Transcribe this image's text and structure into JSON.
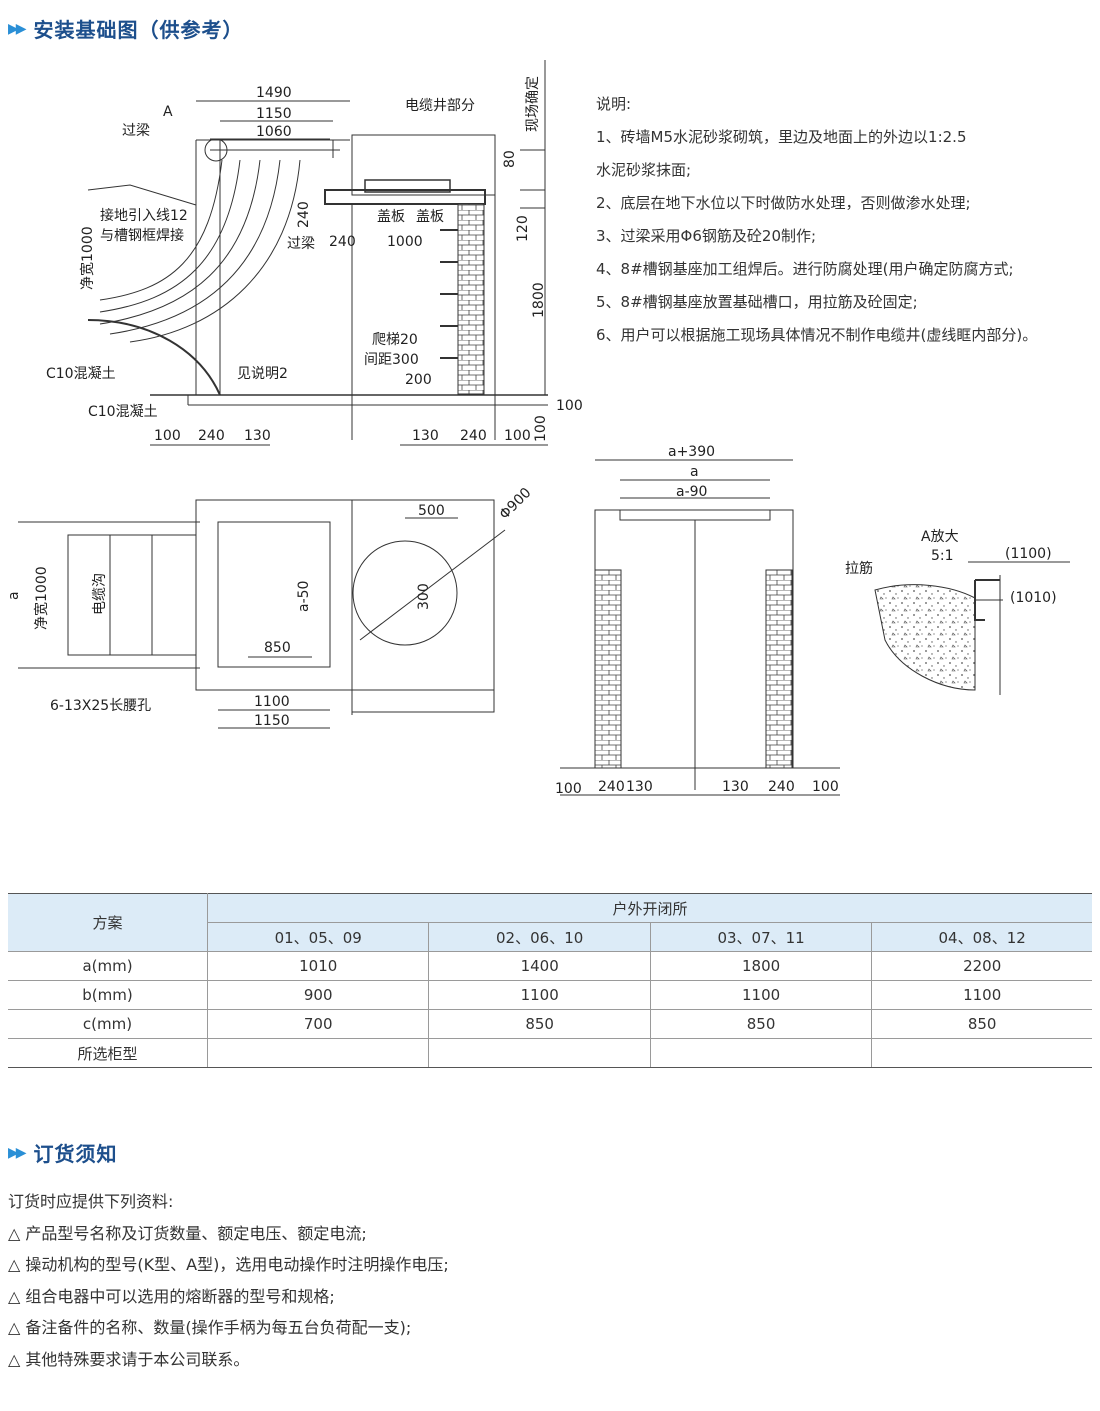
{
  "install_title": "安装基础图（供参考）",
  "drawing_labels": {
    "d1490": "1490",
    "d1150": "1150",
    "d1060": "1060",
    "lA": "A",
    "guoliang": "过梁",
    "dianlanjing": "电缆井部分",
    "xianchang": "现场确定",
    "d80": "80",
    "d240v": "240",
    "jiedi1": "接地引入线12",
    "jiedi2": "与槽钢框焊接",
    "gaiban1": "盖板",
    "gaiban2": "盖板",
    "guoliang2": "过梁",
    "d240h": "240",
    "d1000": "1000",
    "d120": "120",
    "jingkuan": "净宽1000",
    "d1800": "1800",
    "pati": "爬梯20",
    "jianju": "间距300",
    "d200": "200",
    "c10a": "C10混凝土",
    "jianshuoming": "见说明2",
    "c10b": "C10混凝土",
    "d100r": "100",
    "b100": "100",
    "b240": "240",
    "b130": "130",
    "b130b": "130",
    "b240b": "240",
    "b100b": "100",
    "b100v": "100",
    "d500": "500",
    "phi900": "Φ900",
    "la": "a",
    "jingkuan2": "净宽1000",
    "dianlangou": "电缆沟",
    "la50": "a-50",
    "d300": "300",
    "d850": "850",
    "yaokong": "6-13X25长腰孔",
    "d1100": "1100",
    "d1150b": "1150",
    "a390": "a+390",
    "a": "a",
    "a90": "a-90",
    "f100": "100",
    "f240": "240",
    "f130": "130",
    "f130b": "130",
    "f240b": "240",
    "f100b": "100",
    "afangda": "A放大",
    "ratio": "5:1",
    "lajin": "拉筋",
    "p1100": "(1100)",
    "p1010": "(1010)"
  },
  "notes": [
    "说明:",
    "1、砖墙M5水泥砂浆砌筑，里边及地面上的外边以1:2.5",
    "水泥砂浆抹面;",
    "2、底层在地下水位以下时做防水处理，否则做渗水处理;",
    "3、过梁采用Φ6钢筋及砼20制作;",
    "4、8#槽钢基座加工组焊后。进行防腐处理(用户确定防腐方式;",
    "5、8#槽钢基座放置基础槽口，用拉筋及砼固定;",
    "6、用户可以根据施工现场具体情况不制作电缆井(虚线眶内部分)。"
  ],
  "table": {
    "scheme_label": "方案",
    "group_label": "户外开闭所",
    "columns": [
      "01、05、09",
      "02、06、10",
      "03、07、11",
      "04、08、12"
    ],
    "rows": [
      {
        "label": "a(mm)",
        "values": [
          "1010",
          "1400",
          "1800",
          "2200"
        ]
      },
      {
        "label": "b(mm)",
        "values": [
          "900",
          "1100",
          "1100",
          "1100"
        ]
      },
      {
        "label": "c(mm)",
        "values": [
          "700",
          "850",
          "850",
          "850"
        ]
      },
      {
        "label": "所选柜型",
        "values": [
          "",
          "",
          "",
          ""
        ]
      }
    ]
  },
  "order_title": "订货须知",
  "order_lines": [
    "订货时应提供下列资料:",
    "△ 产品型号名称及订货数量、额定电压、额定电流;",
    "△ 操动机构的型号(K型、A型)，选用电动操作时注明操作电压;",
    "△ 组合电器中可以选用的熔断器的型号和规格;",
    "△ 备注备件的名称、数量(操作手柄为每五台负荷配一支);",
    "△ 其他特殊要求请于本公司联系。"
  ]
}
